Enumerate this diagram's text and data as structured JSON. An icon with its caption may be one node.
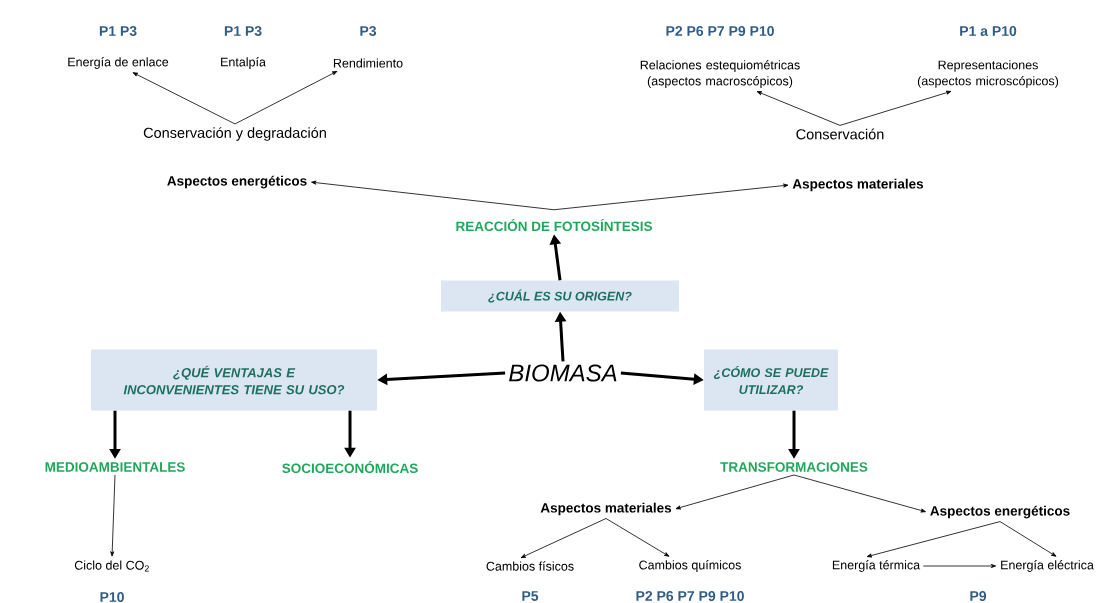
{
  "diagram": {
    "nodes": [
      {
        "text": [
          "Energía de enlace"
        ],
        "beside": [
          "P1 P3"
        ]
      },
      {
        "text": [
          "Entalpía"
        ],
        "beside": [
          "P1 P3"
        ]
      },
      {
        "text": [
          "Rendimiento"
        ],
        "beside": [
          "P3"
        ]
      },
      {
        "text": [
          "Conservación y degradación"
        ]
      },
      {
        "text": [
          "Relaciones estequiométricas (aspectos macroscópicos)"
        ],
        "beside": [
          "P2 P6 P7 P9 P10"
        ]
      },
      {
        "text": [
          "Representaciones (aspectos microscópicos)"
        ],
        "beside": [
          "P1 a P10"
        ]
      },
      {
        "text": [
          "Conservación"
        ]
      },
      {
        "text": [
          "Aspectos energéticos"
        ]
      },
      {
        "text": [
          "Aspectos materiales"
        ]
      },
      {
        "text": [
          "REACCIÓN DE FOTOSÍNTESIS"
        ]
      },
      {
        "text": [
          "¿CUÁL ES SU ORIGEN?"
        ]
      },
      {
        "text": [
          "BIOMASA"
        ]
      },
      {
        "text": [
          "¿QUÉ VENTAJAS E INCONVENIENTES TIENE SU USO?"
        ]
      },
      {
        "text": [
          "¿CÓMO SE PUEDE UTILIZAR?"
        ]
      },
      {
        "text": [
          "MEDIOAMBIENTALES"
        ]
      },
      {
        "text": [
          "SOCIOECONÓMICAS"
        ]
      },
      {
        "text": [
          "TRANSFORMACIONES"
        ]
      },
      {
        "text": [
          "Ciclo del CO$_{2}$"
        ],
        "beside": [
          "P10"
        ]
      },
      {
        "text": [
          "Aspectos materiales"
        ]
      },
      {
        "text": [
          "Aspectos energéticos"
        ]
      },
      {
        "text": [
          "Cambios físicos"
        ],
        "beside": [
          "P5"
        ]
      },
      {
        "text": [
          "Cambios químicos"
        ],
        "beside": [
          "P2 P6 P7 P9 P10"
        ]
      },
      {
        "text": [
          "Energía térmica"
        ]
      },
      {
        "text": [
          "Energía eléctrica"
        ]
      }
    ],
    "edges": [
      {
        "from": 3,
        "to": 0,
        "arrow": "to"
      },
      {
        "from": 3,
        "to": 2,
        "arrow": "to"
      },
      {
        "from": 6,
        "to": 4,
        "arrow": "to"
      },
      {
        "from": 6,
        "to": 5,
        "arrow": "to"
      },
      {
        "from": 9,
        "to": 7,
        "arrow": "to"
      },
      {
        "from": 9,
        "to": 8,
        "arrow": "to"
      },
      {
        "from": 10,
        "to": 9,
        "arrow": "to",
        "style": "thick"
      },
      {
        "from": 11,
        "to": 10,
        "arrow": "to",
        "style": "thick"
      },
      {
        "from": 11,
        "to": 12,
        "arrow": "to",
        "style": "thick"
      },
      {
        "from": 11,
        "to": 13,
        "arrow": "to",
        "style": "thick"
      },
      {
        "from": 12,
        "to": 14,
        "arrow": "to",
        "style": "thick"
      },
      {
        "from": 12,
        "to": 15,
        "arrow": "to",
        "style": "thick"
      },
      {
        "from": 13,
        "to": 16,
        "arrow": "to",
        "style": "thick"
      },
      {
        "from": 14,
        "to": 17,
        "arrow": "to"
      },
      {
        "from": 16,
        "to": 18,
        "arrow": "to"
      },
      {
        "from": 16,
        "to": 19,
        "arrow": "to"
      },
      {
        "from": 18,
        "to": 20,
        "arrow": "to"
      },
      {
        "from": 18,
        "to": 21,
        "arrow": "to"
      },
      {
        "from": 19,
        "to": 22,
        "arrow": "to"
      },
      {
        "from": 19,
        "to": 23,
        "arrow": "to"
      },
      {
        "from": 22,
        "to": 23,
        "arrow": "to"
      }
    ],
    "labels": [
      "P9"
    ]
  }
}
